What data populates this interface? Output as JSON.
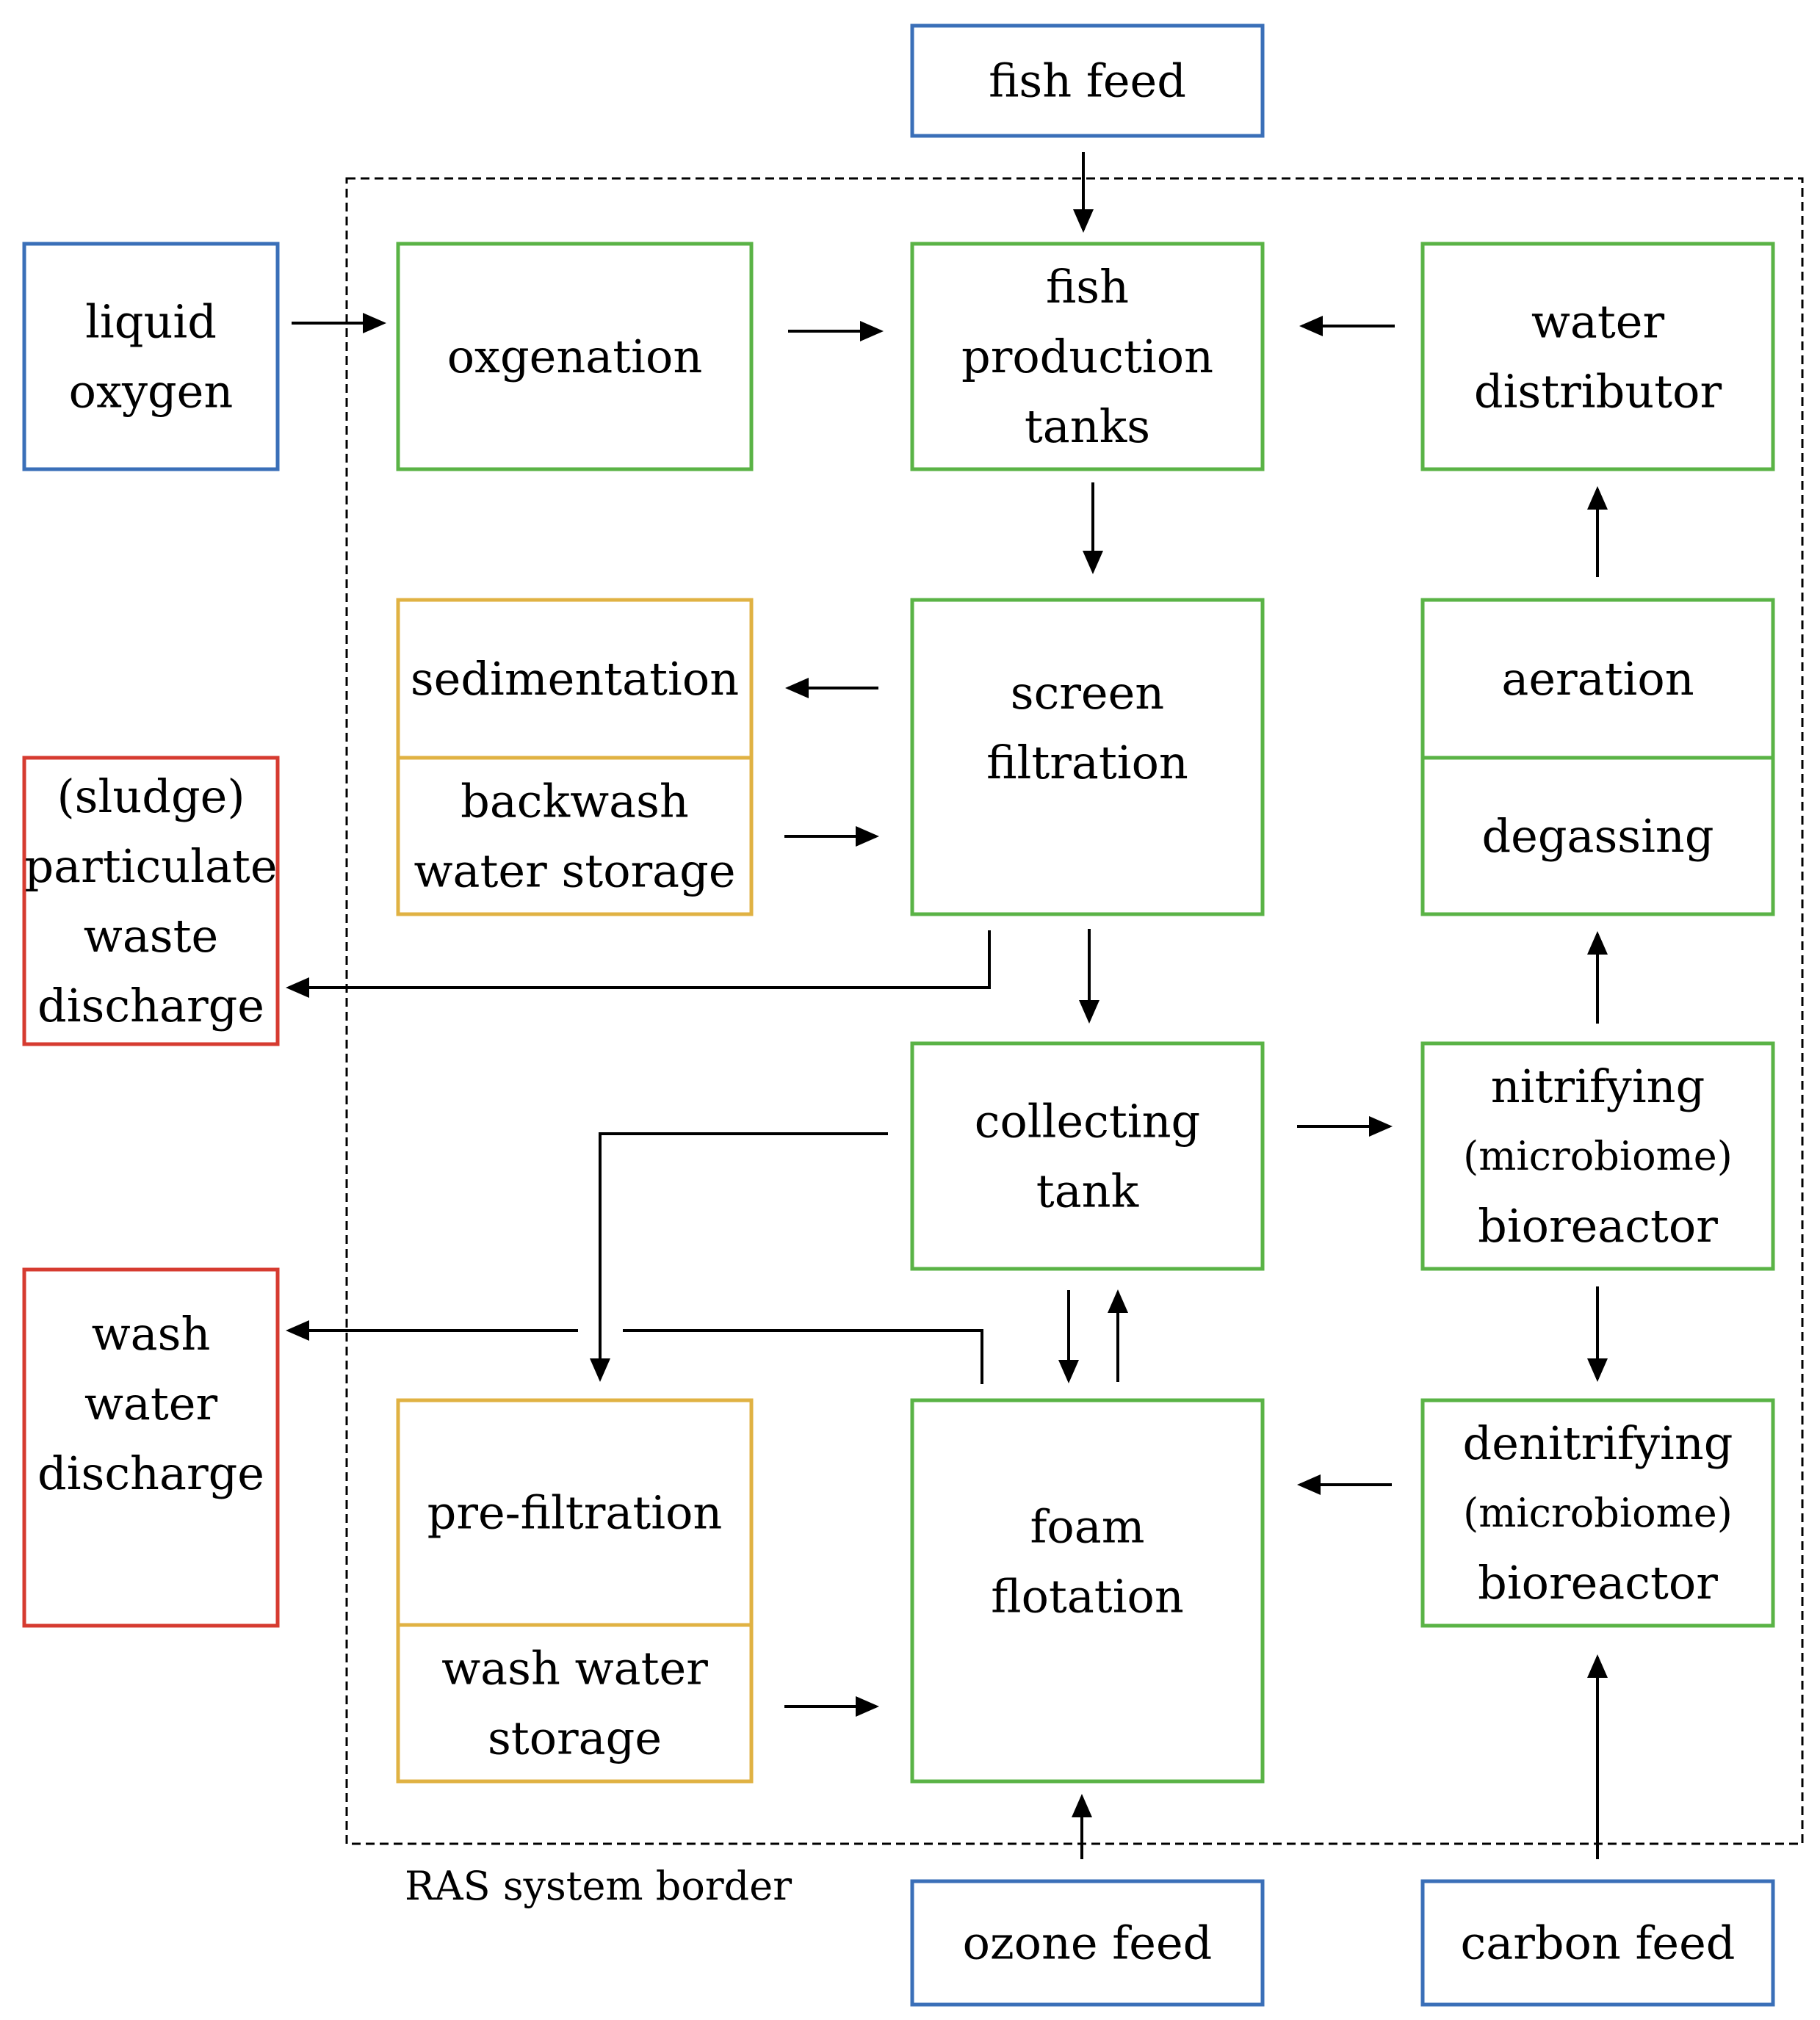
{
  "colors": {
    "external_input": "#3a6fb8",
    "process": "#5ab346",
    "storage": "#e0b243",
    "discharge": "#d63b30",
    "arrow": "#000000"
  },
  "system_border_label": "RAS system border",
  "boxes": {
    "fish_feed": [
      "fish feed"
    ],
    "liquid_oxygen": [
      "liquid",
      "oxygen"
    ],
    "oxgenation": [
      "oxgenation"
    ],
    "fish_production_tanks": [
      "fish",
      "production",
      "tanks"
    ],
    "water_distributor": [
      "water",
      "distributor"
    ],
    "sedimentation": [
      "sedimentation"
    ],
    "backwash_water_storage": [
      "backwash",
      "water storage"
    ],
    "screen_filtration": [
      "screen",
      "filtration"
    ],
    "aeration": [
      "aeration"
    ],
    "degassing": [
      "degassing"
    ],
    "particulate_waste_discharge": [
      "(sludge)",
      "particulate",
      "waste",
      "discharge"
    ],
    "collecting_tank": [
      "collecting",
      "tank"
    ],
    "nitrifying_bioreactor": [
      "nitrifying",
      "(microbiome)",
      "bioreactor"
    ],
    "wash_water_discharge": [
      "wash",
      "water",
      "discharge"
    ],
    "pre_filtration": [
      "pre-filtration"
    ],
    "wash_water_storage": [
      "wash water",
      "storage"
    ],
    "foam_flotation": [
      "foam",
      "flotation"
    ],
    "denitrifying_bioreactor": [
      "denitrifying",
      "(microbiome)",
      "bioreactor"
    ],
    "ozone_feed": [
      "ozone feed"
    ],
    "carbon_feed": [
      "carbon feed"
    ]
  }
}
